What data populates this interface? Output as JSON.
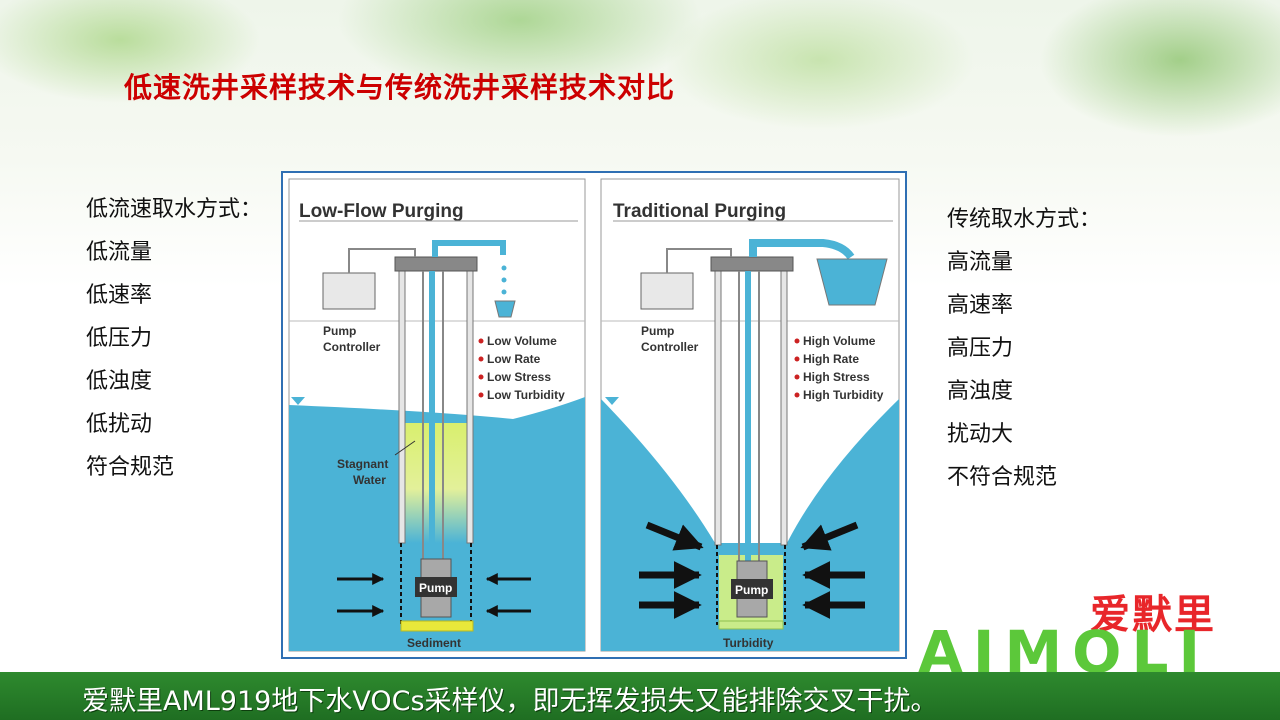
{
  "slide": {
    "title": "低速洗井采样技术与传统洗井采样技术对比"
  },
  "left_list": {
    "items": [
      "低流速取水方式：",
      "低流量",
      "低速率",
      "低压力",
      "低浊度",
      "低扰动",
      "符合规范"
    ]
  },
  "right_list": {
    "items": [
      "传统取水方式：",
      "高流量",
      "高速率",
      "高压力",
      "高浊度",
      "扰动大",
      "不符合规范"
    ]
  },
  "figure": {
    "low_flow": {
      "heading": "Low-Flow Purging",
      "controller_line1": "Pump",
      "controller_line2": "Controller",
      "bullets": [
        "Low Volume",
        "Low Rate",
        "Low Stress",
        "Low Turbidity"
      ],
      "stagnant_line1": "Stagnant",
      "stagnant_line2": "Water",
      "pump_label": "Pump",
      "bottom_label": "Sediment"
    },
    "traditional": {
      "heading": "Traditional Purging",
      "controller_line1": "Pump",
      "controller_line2": "Controller",
      "bullets": [
        "High Volume",
        "High Rate",
        "High Stress",
        "High Turbidity"
      ],
      "pump_label": "Pump",
      "bottom_label": "Turbidity"
    },
    "colors": {
      "water": "#4bb3d6",
      "bullet": "#cc2222",
      "sediment": "#e8e83a",
      "turbidity": "#c9ec8a"
    }
  },
  "brand": {
    "name_cn": "爱默里",
    "name_en": "AIMOLI"
  },
  "banner": {
    "text": "爱默里AML919地下水VOCs采样仪，即无挥发损失又能排除交叉干扰。"
  }
}
